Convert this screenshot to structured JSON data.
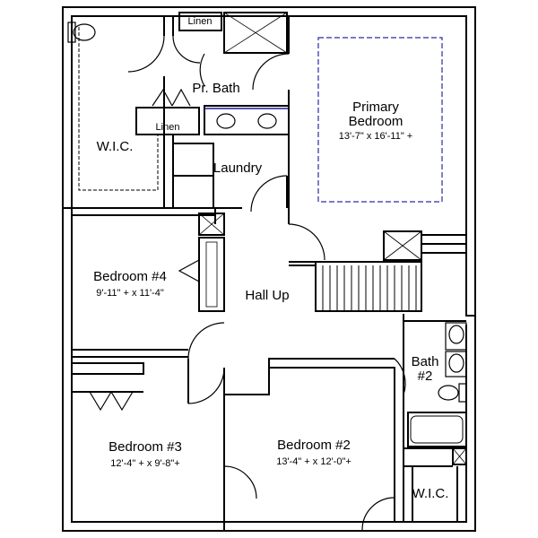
{
  "colors": {
    "wall": "#000000",
    "ceiling_outline": "#2a2aa8",
    "vanity_line": "#1a1aa0",
    "background": "#ffffff"
  },
  "rooms": {
    "pr_bath": "Pr. Bath",
    "linen_top": "Linen",
    "linen_mid": "Linen",
    "wic_primary": "W.I.C.",
    "laundry": "Laundry",
    "primary_bedroom_line1": "Primary",
    "primary_bedroom_line2": "Bedroom",
    "primary_bedroom_dim": "13'-7\" x 16'-11\" +",
    "bedroom4": "Bedroom #4",
    "bedroom4_dim": "9'-11\" + x 11'-4\"",
    "hall": "Hall Up",
    "bath2_line1": "Bath",
    "bath2_line2": "#2",
    "bedroom3": "Bedroom #3",
    "bedroom3_dim": "12'-4\" + x 9'-8\"+",
    "bedroom2": "Bedroom #2",
    "bedroom2_dim": "13'-4\" + x 12'-0\"+",
    "wic_bed2": "W.I.C."
  }
}
